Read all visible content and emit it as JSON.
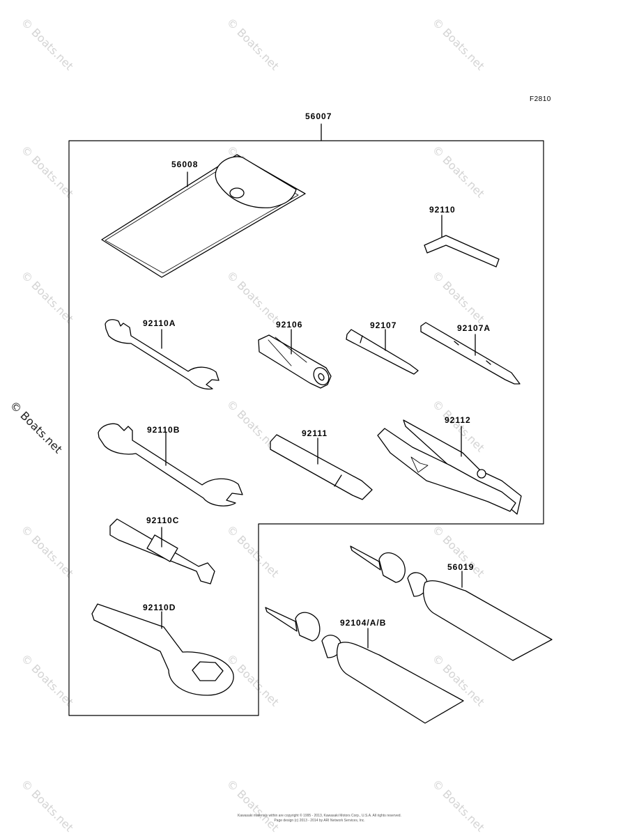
{
  "figure_ref": "F2810",
  "watermark": "© Boats.net",
  "labels": {
    "kit": "56007",
    "bag": "56008",
    "hex_key": "92110",
    "wrench_a": "92110A",
    "grip": "92106",
    "screwdriver": "92107",
    "screwdriver_a": "92107A",
    "wrench_b": "92110B",
    "bar": "92111",
    "pliers": "92112",
    "plug_wrench": "92110C",
    "ring_wrench": "92110D",
    "grease_tube": "56019",
    "bond_tube": "92104/A/B"
  },
  "footer": {
    "line1": "Kawasaki materials within are copyright © 1995 - 2013, Kawasaki Motors Corp., U.S.A. All rights reserved.",
    "line2": "Page design (c) 2013 - 2014 by ARI Network Services, Inc."
  }
}
